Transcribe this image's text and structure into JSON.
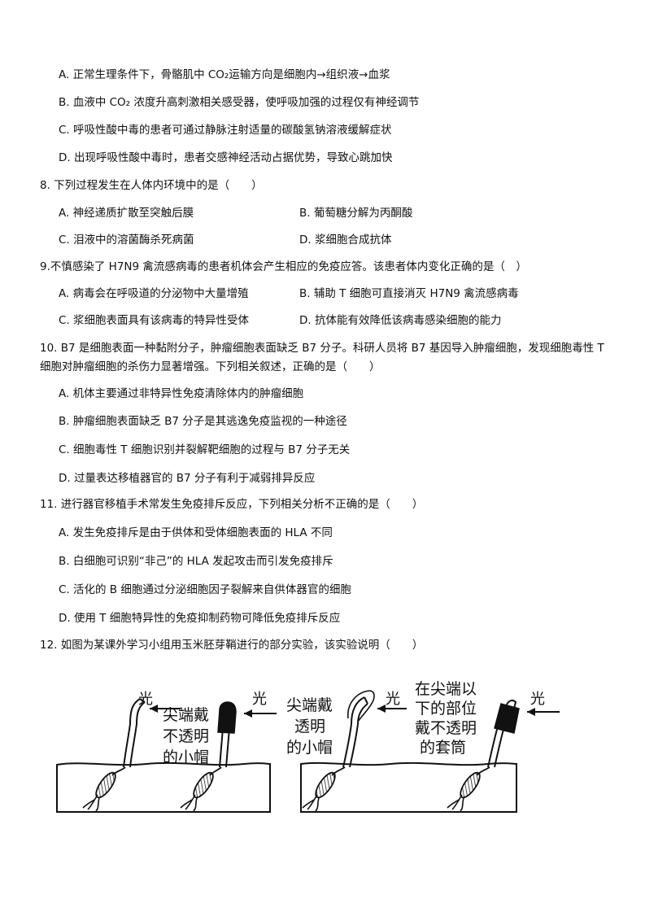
{
  "q7": {
    "a": "A. 正常生理条件下，骨骼肌中 CO₂运输方向是细胞内→组织液→血浆",
    "b": "B. 血液中 CO₂ 浓度升高刺激相关感受器，使呼吸加强的过程仅有神经调节",
    "c": "C. 呼吸性酸中毒的患者可通过静脉注射适量的碳酸氢钠溶液缓解症状",
    "d": "D. 出现呼吸性酸中毒时，患者交感神经活动占据优势，导致心跳加快"
  },
  "q8": {
    "stem": "8. 下列过程发生在人体内环境中的是（　　）",
    "a": "A. 神经递质扩散至突触后膜",
    "b": "B. 葡萄糖分解为丙酮酸",
    "c": "C. 泪液中的溶菌酶杀死病菌",
    "d": "D. 浆细胞合成抗体"
  },
  "q9": {
    "stem": "9.不慎感染了 H7N9 禽流感病毒的患者机体会产生相应的免疫应答。该患者体内变化正确的是（　）",
    "a": "A. 病毒会在呼吸道的分泌物中大量增殖",
    "b": "B. 辅助 T 细胞可直接消灭 H7N9 禽流感病毒",
    "c": "C. 浆细胞表面具有该病毒的特异性受体",
    "d": "D. 抗体能有效降低该病毒感染细胞的能力"
  },
  "q10": {
    "stem1": "10. B7 是细胞表面一种黏附分子，肿瘤细胞表面缺乏 B7 分子。科研人员将 B7 基因导入肿瘤细胞，发现细胞毒性 T",
    "stem2": "细胞对肿瘤细胞的杀伤力显著增强。下列相关叙述，正确的是（　　）",
    "a": "A. 机体主要通过非特异性免疫清除体内的肿瘤细胞",
    "b": "B. 肿瘤细胞表面缺乏 B7 分子是其逃逸免疫监视的一种途径",
    "c": "C. 细胞毒性 T 细胞识别并裂解靶细胞的过程与 B7 分子无关",
    "d": "D. 过量表达移植器官的 B7 分子有利于减弱排异反应"
  },
  "q11": {
    "stem": "11. 进行器官移植手术常发生免疫排斥反应，下列相关分析不正确的是（　　）",
    "a": "A. 发生免疫排斥是由于供体和受体细胞表面的 HLA 不同",
    "b": "B. 白细胞可识别“非己”的 HLA 发起攻击而引发免疫排斥",
    "c": "C. 活化的 B 细胞通过分泌细胞因子裂解来自供体器官的细胞",
    "d": "D. 使用 T 细胞特异性的免疫抑制药物可降低免疫排斥反应"
  },
  "q12": {
    "stem": "12. 如图为某课外学习小组用玉米胚芽鞘进行的部分实验，该实验说明（　　）"
  },
  "figure": {
    "light": "光",
    "label1": [
      "尖端戴",
      "不透明",
      "的小帽"
    ],
    "label2": [
      "尖端戴",
      "透明",
      "的小帽"
    ],
    "label3": [
      "在尖端以",
      "下的部位",
      "戴不透明",
      "的套筒"
    ]
  }
}
